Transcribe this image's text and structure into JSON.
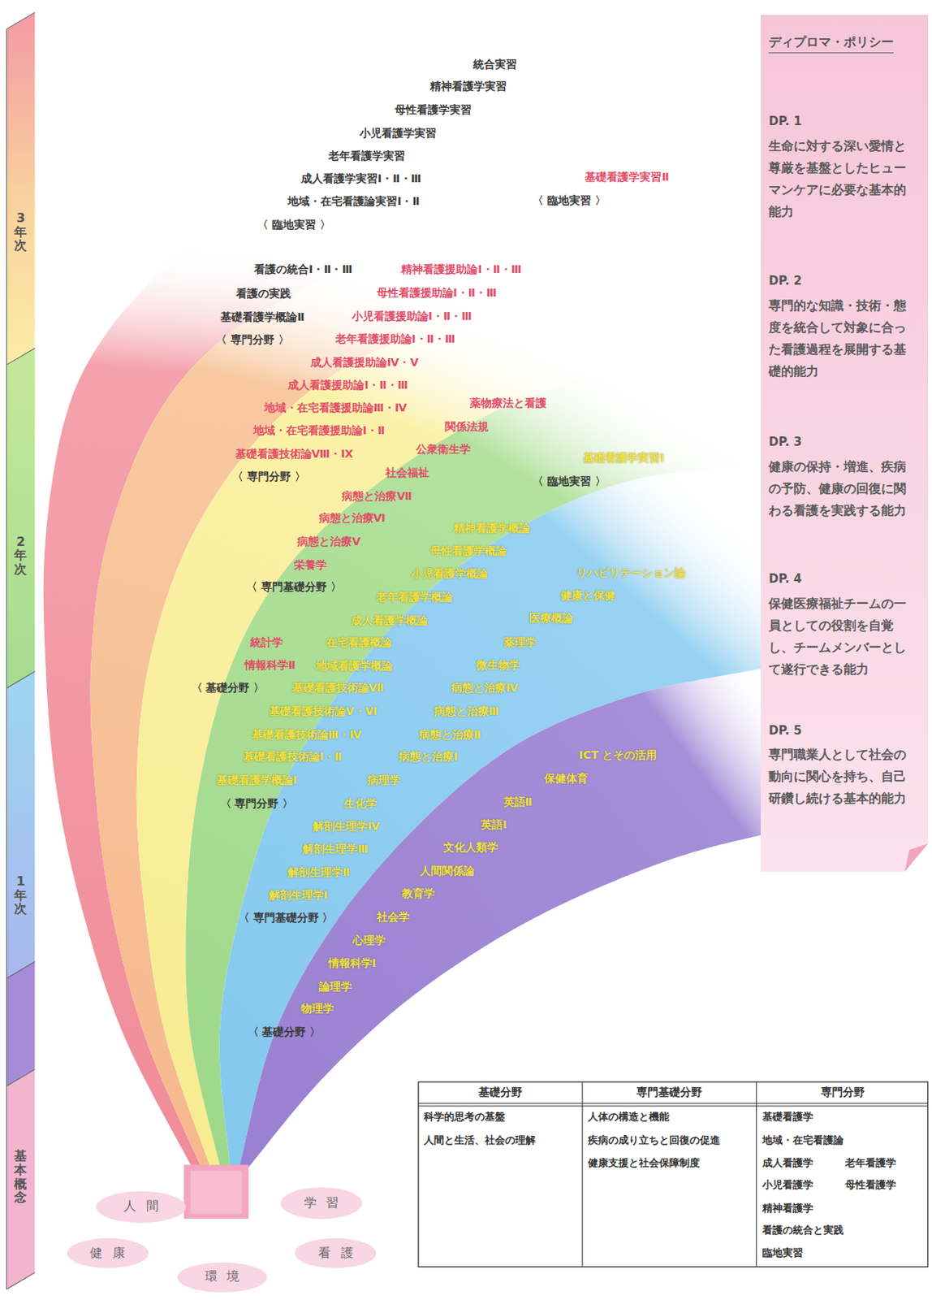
{
  "diagram": {
    "nodes": [
      {
        "text": [
          "3年次"
        ]
      },
      {
        "text": [
          "2年次"
        ]
      },
      {
        "text": [
          "1年次"
        ]
      },
      {
        "text": [
          "基本概念"
        ]
      },
      {
        "text": [
          "人間"
        ]
      },
      {
        "text": [
          "学習"
        ]
      },
      {
        "text": [
          "健康"
        ]
      },
      {
        "text": [
          "看護"
        ]
      },
      {
        "text": [
          "環境"
        ]
      },
      {
        "text": [
          "ディプロマ・ポリシー",
          "DP. 1",
          "生命に対する深い愛情と尊厳を基盤としたヒューマンケアに必要な基本的能力",
          "DP. 2",
          "専門的な知識・技術・態度を統合して対象に合った看護過程を展開する基礎的能力",
          "DP. 3",
          "健康の保持・増進、疾病の予防、健康の回復に関わる看護を実践する能力",
          "DP. 4",
          "保健医療福祉チームの一員としての役割を自覚し、チームメンバーとして遂行できる能力",
          "DP. 5",
          "専門職業人として社会の動向に関心を持ち、自己研鑽し続ける基本的能力"
        ]
      }
    ],
    "labels": [
      "統合実習",
      "精神看護学実習",
      "母性看護学実習",
      "小児看護学実習",
      "老年看護学実習",
      "成人看護学実習Ⅰ・Ⅱ・Ⅲ",
      "基礎看護学実習Ⅱ",
      "地域・在宅看護論実習Ⅰ・Ⅱ",
      "〈 臨地実習 〉",
      "〈 臨地実習 〉",
      "看護の統合Ⅰ・Ⅱ・Ⅲ",
      "精神看護援助論Ⅰ・Ⅱ・Ⅲ",
      "看護の実践",
      "母性看護援助論Ⅰ・Ⅱ・Ⅲ",
      "基礎看護学概論Ⅱ",
      "小児看護援助論Ⅰ・Ⅱ・Ⅲ",
      "〈 専門分野 〉",
      "老年看護援助論Ⅰ・Ⅱ・Ⅲ",
      "成人看護援助論Ⅳ・Ⅴ",
      "成人看護援助論Ⅰ・Ⅱ・Ⅲ",
      "地域・在宅看護援助論Ⅲ・Ⅳ",
      "薬物療法と看護",
      "地域・在宅看護援助論Ⅰ・Ⅱ",
      "関係法規",
      "基礎看護技術論Ⅷ・Ⅸ",
      "公衆衛生学",
      "基礎看護学実習Ⅰ",
      "〈 専門分野 〉",
      "社会福祉",
      "〈 臨地実習 〉",
      "病態と治療Ⅶ",
      "病態と治療Ⅵ",
      "精神看護学概論",
      "病態と治療Ⅴ",
      "母性看護学概論",
      "栄養学",
      "小児看護学概論",
      "リハビリテーション論",
      "〈 専門基礎分野 〉",
      "老年看護学概論",
      "健康と保健",
      "成人看護学概論",
      "医療概論",
      "統計学",
      "在宅看護概論",
      "薬理学",
      "情報科学Ⅱ",
      "地域看護学概論",
      "微生物学",
      "〈 基礎分野 〉",
      "基礎看護技術論Ⅶ",
      "病態と治療Ⅳ",
      "基礎看護技術論Ⅴ・Ⅵ",
      "病態と治療Ⅲ",
      "基礎看護技術論Ⅲ・Ⅳ",
      "病態と治療Ⅱ",
      "基礎看護技術論Ⅰ・Ⅱ",
      "病態と治療Ⅰ",
      "ICT とその活用",
      "基礎看護学概論Ⅰ",
      "病理学",
      "保健体育",
      "〈 専門分野 〉",
      "生化学",
      "英語Ⅱ",
      "解剖生理学Ⅳ",
      "英語Ⅰ",
      "解剖生理学Ⅲ",
      "文化人類学",
      "解剖生理学Ⅱ",
      "人間関係論",
      "解剖生理学Ⅰ",
      "教育学",
      "〈 専門基礎分野 〉",
      "社会学",
      "心理学",
      "情報科学Ⅰ",
      "論理学",
      "物理学",
      "〈 基礎分野 〉",
      "基礎分野",
      "専門基礎分野",
      "専門分野",
      "科学的思考の基盤",
      "人間と生活、社会の理解",
      "人体の構造と機能",
      "疾病の成り立ちと回復の促進",
      "健康支援と社会保障制度",
      "基礎看護学",
      "地域・在宅看護論",
      "成人看護学",
      "老年看護学",
      "小児看護学",
      "母性看護学",
      "精神看護学",
      "看護の統合と実践",
      "臨地実習"
    ]
  }
}
